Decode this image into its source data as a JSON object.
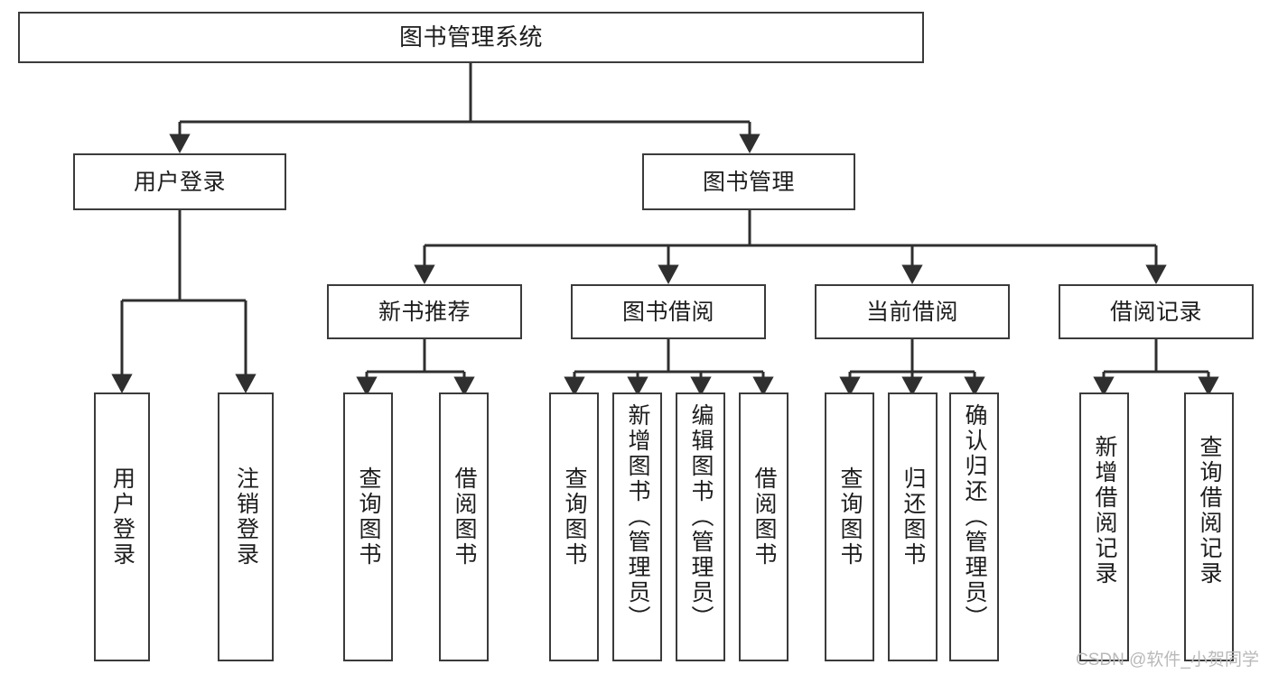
{
  "diagram": {
    "title": "图书管理系统",
    "type": "hierarchy-tree",
    "root": {
      "id": "root",
      "label": "图书管理系统",
      "orientation": "horizontal"
    },
    "level2": [
      {
        "id": "user-login",
        "label": "用户登录",
        "orientation": "horizontal"
      },
      {
        "id": "book-manage",
        "label": "图书管理",
        "orientation": "horizontal"
      }
    ],
    "level3": [
      {
        "id": "new-book-recommend",
        "label": "新书推荐",
        "orientation": "horizontal",
        "parent": "book-manage"
      },
      {
        "id": "book-borrow",
        "label": "图书借阅",
        "orientation": "horizontal",
        "parent": "book-manage"
      },
      {
        "id": "current-borrow",
        "label": "当前借阅",
        "orientation": "horizontal",
        "parent": "book-manage"
      },
      {
        "id": "borrow-record",
        "label": "借阅记录",
        "orientation": "horizontal",
        "parent": "book-manage"
      }
    ],
    "leaves": [
      {
        "id": "leaf-user-login",
        "label": "用户登录",
        "orientation": "vertical",
        "parent": "user-login"
      },
      {
        "id": "leaf-user-logout",
        "label": "注销登录",
        "orientation": "vertical",
        "parent": "user-login"
      },
      {
        "id": "leaf-query-book-1",
        "label": "查询图书",
        "orientation": "vertical",
        "parent": "new-book-recommend"
      },
      {
        "id": "leaf-borrow-book-1",
        "label": "借阅图书",
        "orientation": "vertical",
        "parent": "new-book-recommend"
      },
      {
        "id": "leaf-query-book-2",
        "label": "查询图书",
        "orientation": "vertical",
        "parent": "book-borrow"
      },
      {
        "id": "leaf-add-book",
        "label": "新增图书（管理员）",
        "orientation": "vertical",
        "parent": "book-borrow"
      },
      {
        "id": "leaf-edit-book",
        "label": "编辑图书（管理员）",
        "orientation": "vertical",
        "parent": "book-borrow"
      },
      {
        "id": "leaf-borrow-book-2",
        "label": "借阅图书",
        "orientation": "vertical",
        "parent": "book-borrow"
      },
      {
        "id": "leaf-query-book-3",
        "label": "查询图书",
        "orientation": "vertical",
        "parent": "current-borrow"
      },
      {
        "id": "leaf-return-book",
        "label": "归还图书",
        "orientation": "vertical",
        "parent": "current-borrow"
      },
      {
        "id": "leaf-confirm-return",
        "label": "确认归还（管理员）",
        "orientation": "vertical",
        "parent": "current-borrow"
      },
      {
        "id": "leaf-add-record",
        "label": "新增借阅记录",
        "orientation": "vertical",
        "parent": "borrow-record"
      },
      {
        "id": "leaf-query-record",
        "label": "查询借阅记录",
        "orientation": "vertical",
        "parent": "borrow-record"
      }
    ]
  },
  "watermark": {
    "text": "CSDN @软件_小贺同学"
  },
  "colors": {
    "box_border": "#3b3b3b",
    "box_fill": "#ffffff",
    "edge": "#2f2f2f",
    "text": "#1d1d1d",
    "watermark": "#b9b9b9",
    "background": "#ffffff"
  }
}
